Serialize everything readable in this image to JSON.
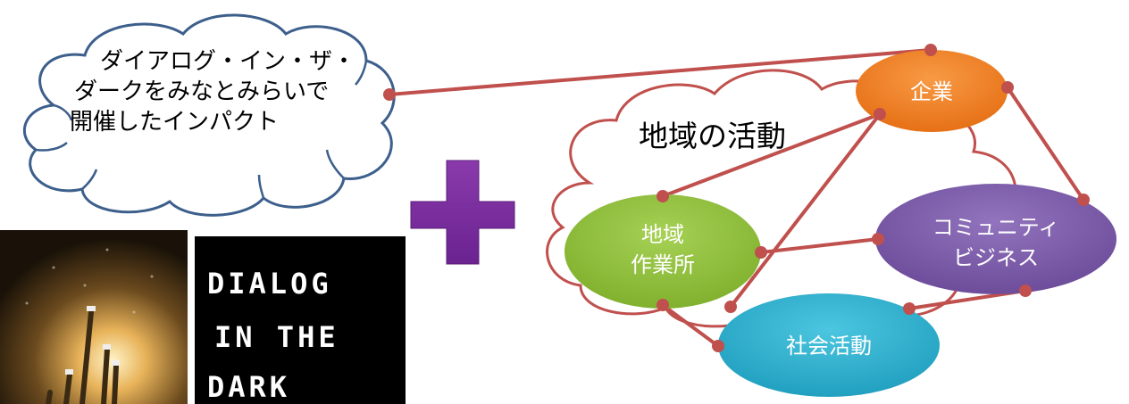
{
  "speech_cloud": {
    "lines": [
      "ダイアログ・イン・ザ・",
      "ダークをみなとみらいで",
      "開催したインパクト"
    ]
  },
  "activity_cloud_label": "地域の活動",
  "plus_sign": {
    "color": "#7a2d9c"
  },
  "nodes": [
    {
      "id": "company",
      "lines": [
        "企業"
      ],
      "color": "#f07c22"
    },
    {
      "id": "regional-workshop",
      "lines": [
        "地域",
        "作業所"
      ],
      "color": "#8fbf3a"
    },
    {
      "id": "community-business",
      "lines": [
        "コミュニティ",
        "ビジネス"
      ],
      "color": "#7b5aa6"
    },
    {
      "id": "social-activity",
      "lines": [
        "社会活動"
      ],
      "color": "#2fb0cf"
    }
  ],
  "connector_color": "#c0504d",
  "logo_text": {
    "rows": [
      "DIALOG",
      "IN THE",
      "DARK"
    ]
  }
}
